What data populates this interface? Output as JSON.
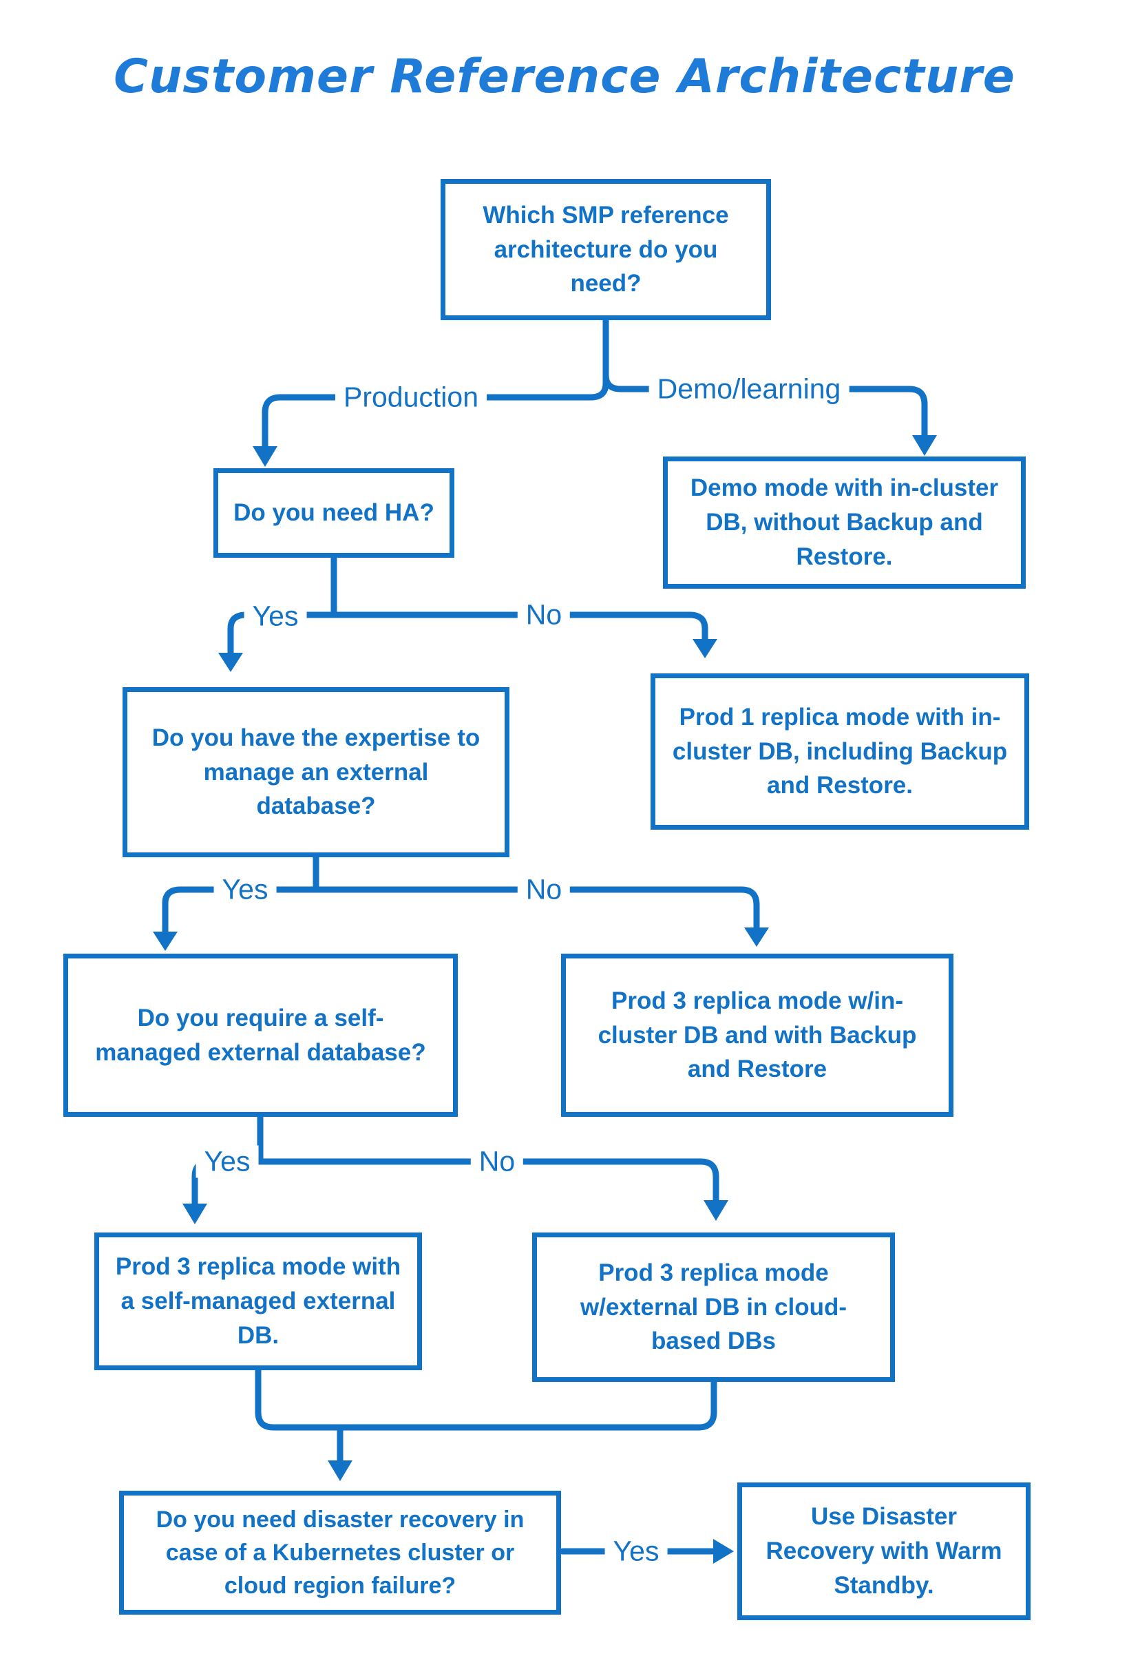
{
  "title": "Customer Reference Architecture",
  "colors": {
    "primary_blue": "#1272c6",
    "title_blue": "#1e7bd8",
    "background": "#ffffff"
  },
  "nodes": {
    "q_which": {
      "type": "question",
      "text": "Which SMP reference architecture do you need?"
    },
    "q_ha": {
      "type": "question",
      "text": "Do you need HA?"
    },
    "demo_mode": {
      "type": "outcome",
      "text": "Demo mode with in-cluster DB, without Backup and Restore."
    },
    "q_expertise": {
      "type": "question",
      "text": "Do you have the expertise to manage an external database?"
    },
    "prod1": {
      "type": "outcome",
      "text": "Prod 1 replica mode with in-cluster DB, including Backup and Restore."
    },
    "q_selfmanaged": {
      "type": "question",
      "text": "Do you require a self-managed external database?"
    },
    "prod3_incluster": {
      "type": "outcome",
      "text": "Prod 3 replica mode w/in-cluster DB and with Backup and Restore"
    },
    "prod3_self": {
      "type": "outcome",
      "text": "Prod 3 replica mode with a self-managed external DB."
    },
    "prod3_cloud": {
      "type": "outcome",
      "text": "Prod 3 replica mode w/external DB in cloud-based DBs"
    },
    "q_dr": {
      "type": "question",
      "text": "Do you need disaster recovery in case of a Kubernetes cluster or cloud region failure?"
    },
    "dr_warm": {
      "type": "outcome",
      "text": "Use Disaster Recovery with Warm Standby."
    }
  },
  "edge_labels": {
    "production": "Production",
    "demo_learning": "Demo/learning",
    "ha_yes": "Yes",
    "ha_no": "No",
    "expertise_yes": "Yes",
    "expertise_no": "No",
    "selfmanaged_yes": "Yes",
    "selfmanaged_no": "No",
    "dr_yes": "Yes"
  },
  "edges": [
    {
      "from": "q_which",
      "to": "q_ha",
      "label": "Production"
    },
    {
      "from": "q_which",
      "to": "demo_mode",
      "label": "Demo/learning"
    },
    {
      "from": "q_ha",
      "to": "q_expertise",
      "label": "Yes"
    },
    {
      "from": "q_ha",
      "to": "prod1",
      "label": "No"
    },
    {
      "from": "q_expertise",
      "to": "q_selfmanaged",
      "label": "Yes"
    },
    {
      "from": "q_expertise",
      "to": "prod3_incluster",
      "label": "No"
    },
    {
      "from": "q_selfmanaged",
      "to": "prod3_self",
      "label": "Yes"
    },
    {
      "from": "q_selfmanaged",
      "to": "prod3_cloud",
      "label": "No"
    },
    {
      "from": "prod3_self",
      "to": "q_dr",
      "label": ""
    },
    {
      "from": "prod3_cloud",
      "to": "q_dr",
      "label": ""
    },
    {
      "from": "q_dr",
      "to": "dr_warm",
      "label": "Yes"
    }
  ]
}
